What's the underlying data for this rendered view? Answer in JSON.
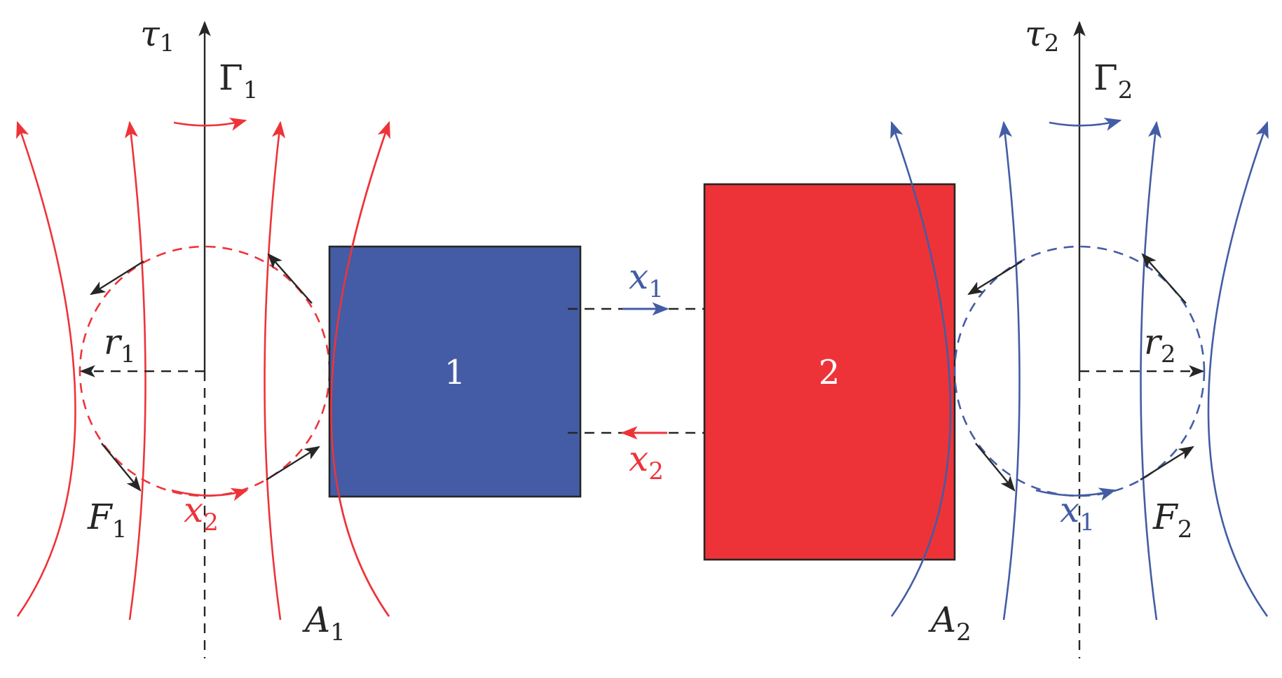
{
  "colors": {
    "red": "#EE3338",
    "blue": "#435CA5",
    "black": "#262626"
  },
  "axes": {
    "left": {
      "axis": "τ",
      "axis_sub": "1",
      "rot": "Γ",
      "rot_sub": "1",
      "radius": "r",
      "radius_sub": "1",
      "force": "F",
      "force_sub": "1",
      "area": "A",
      "area_sub": "1",
      "flow": "x",
      "flow_sub": "2"
    },
    "right": {
      "axis": "τ",
      "axis_sub": "2",
      "rot": "Γ",
      "rot_sub": "2",
      "radius": "r",
      "radius_sub": "2",
      "force": "F",
      "force_sub": "2",
      "area": "A",
      "area_sub": "2",
      "flow": "x",
      "flow_sub": "1"
    }
  },
  "boxes": [
    {
      "label": "1",
      "color": "#435CA5"
    },
    {
      "label": "2",
      "color": "#EE3338"
    }
  ],
  "transfer": {
    "top": {
      "var": "x",
      "sub": "1",
      "color": "#435CA5"
    },
    "bottom": {
      "var": "x",
      "sub": "2",
      "color": "#EE3338"
    }
  }
}
